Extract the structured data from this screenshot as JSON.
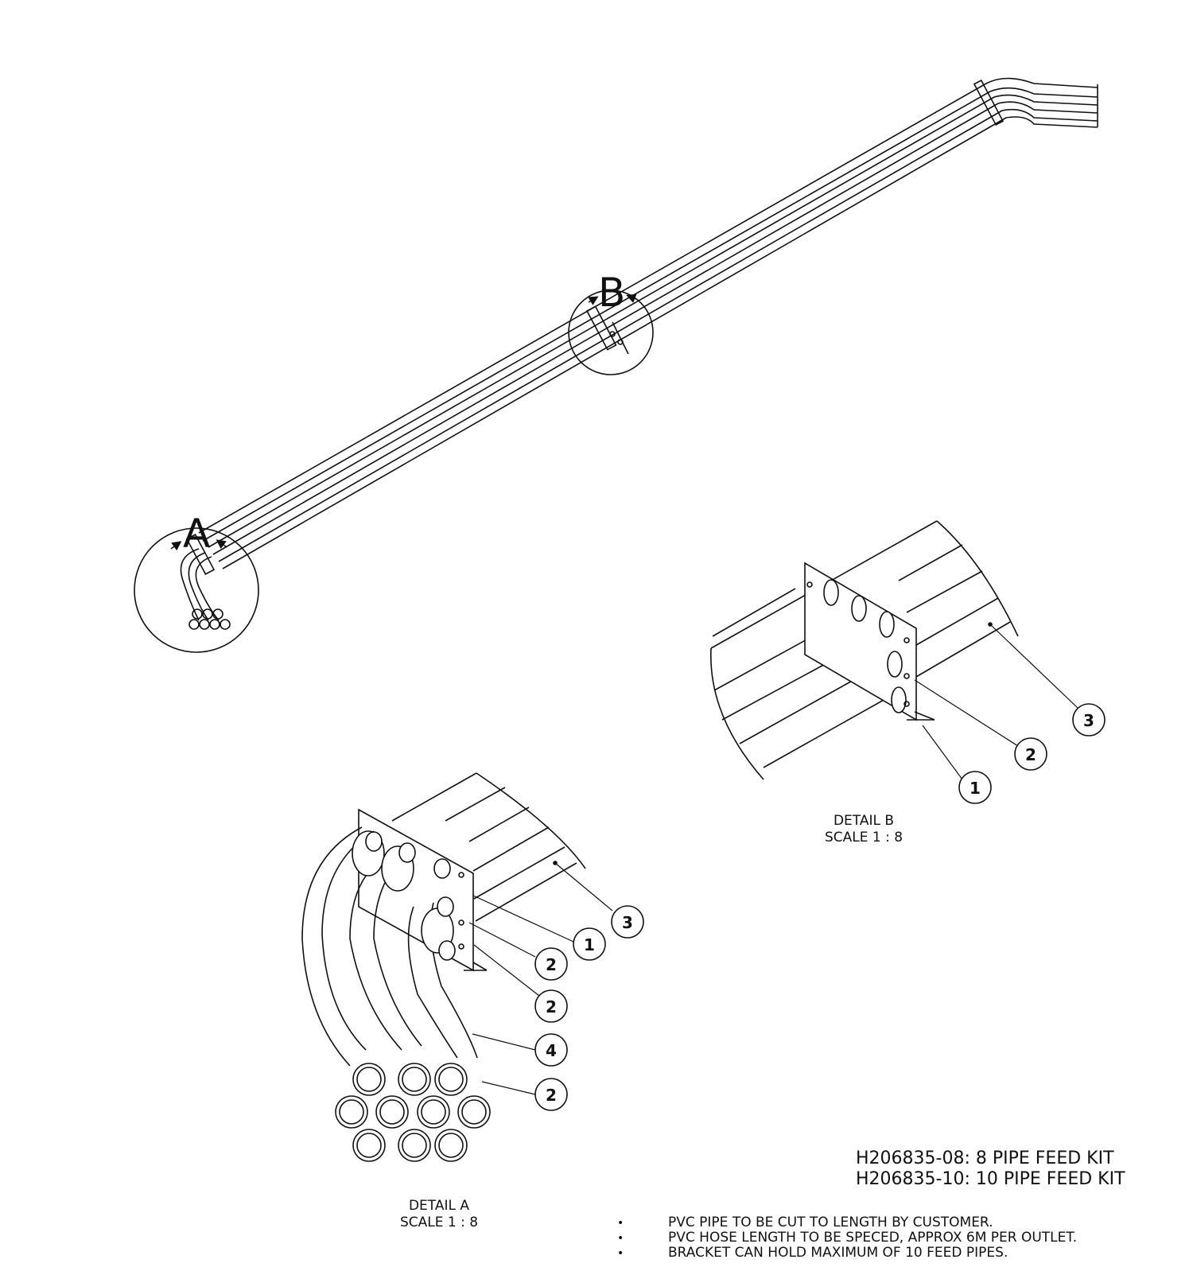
{
  "callouts": {
    "view_a": "A",
    "view_b": "B"
  },
  "detail_a": {
    "title": "DETAIL A",
    "scale": "SCALE 1 : 8",
    "balloons": [
      "3",
      "1",
      "2",
      "2",
      "4",
      "2"
    ]
  },
  "detail_b": {
    "title": "DETAIL B",
    "scale": "SCALE 1 : 8",
    "balloons": [
      "3",
      "2",
      "1"
    ]
  },
  "kits": [
    "H206835-08: 8 PIPE FEED KIT",
    "H206835-10: 10 PIPE FEED KIT"
  ],
  "notes": [
    "PVC PIPE TO BE CUT TO LENGTH BY CUSTOMER.",
    "PVC HOSE LENGTH TO BE SPECED, APPROX 6M PER OUTLET.",
    "BRACKET CAN HOLD MAXIMUM OF 10 FEED PIPES."
  ],
  "bullet_char": "•"
}
